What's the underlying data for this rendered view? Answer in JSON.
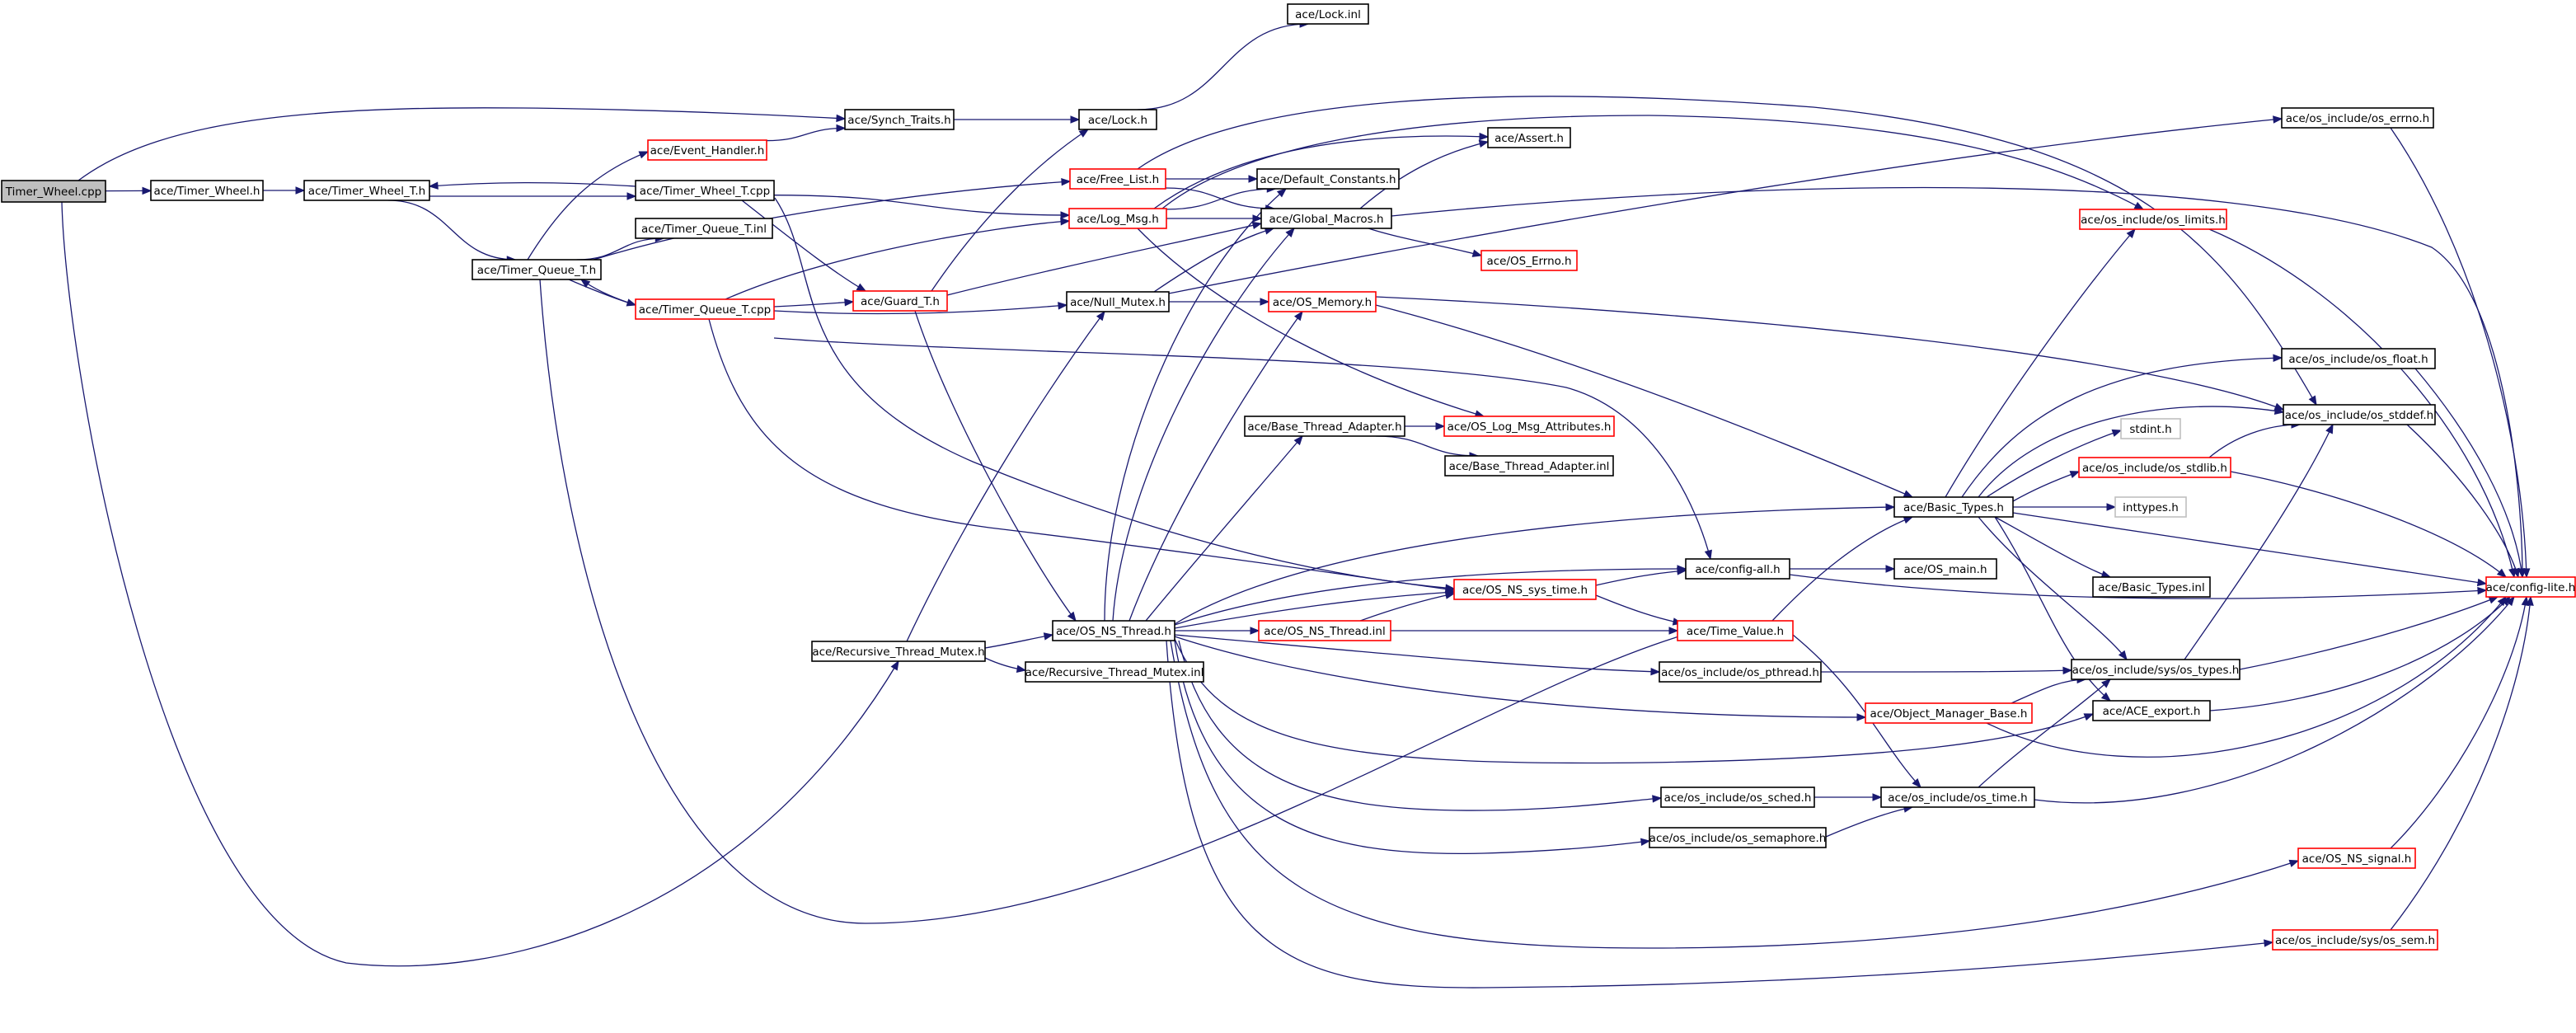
{
  "diagram": {
    "colors": {
      "edge": "#191970",
      "normal_border": "#000000",
      "truncated_border": "#ff0000",
      "root_fill": "#bfbfbf",
      "node_fill": "#ffffff",
      "ghost_border": "#bfbfbf"
    },
    "nodes": [
      {
        "id": "timer_wheel_cpp",
        "label": "Timer_Wheel.cpp",
        "style": "root"
      },
      {
        "id": "timer_wheel_h",
        "label": "ace/Timer_Wheel.h",
        "style": "normal"
      },
      {
        "id": "timer_wheel_t_h",
        "label": "ace/Timer_Wheel_T.h",
        "style": "normal"
      },
      {
        "id": "timer_wheel_t_cpp",
        "label": "ace/Timer_Wheel_T.cpp",
        "style": "normal"
      },
      {
        "id": "timer_queue_t_h",
        "label": "ace/Timer_Queue_T.h",
        "style": "normal"
      },
      {
        "id": "timer_queue_t_inl",
        "label": "ace/Timer_Queue_T.inl",
        "style": "normal"
      },
      {
        "id": "timer_queue_t_cpp",
        "label": "ace/Timer_Queue_T.cpp",
        "style": "truncated"
      },
      {
        "id": "event_handler_h",
        "label": "ace/Event_Handler.h",
        "style": "truncated"
      },
      {
        "id": "synch_traits_h",
        "label": "ace/Synch_Traits.h",
        "style": "normal"
      },
      {
        "id": "lock_h",
        "label": "ace/Lock.h",
        "style": "normal"
      },
      {
        "id": "lock_inl",
        "label": "ace/Lock.inl",
        "style": "normal"
      },
      {
        "id": "free_list_h",
        "label": "ace/Free_List.h",
        "style": "truncated"
      },
      {
        "id": "log_msg_h",
        "label": "ace/Log_Msg.h",
        "style": "truncated"
      },
      {
        "id": "guard_t_h",
        "label": "ace/Guard_T.h",
        "style": "truncated"
      },
      {
        "id": "default_constants_h",
        "label": "ace/Default_Constants.h",
        "style": "normal"
      },
      {
        "id": "global_macros_h",
        "label": "ace/Global_Macros.h",
        "style": "normal"
      },
      {
        "id": "assert_h",
        "label": "ace/Assert.h",
        "style": "normal"
      },
      {
        "id": "os_errno_h",
        "label": "ace/OS_Errno.h",
        "style": "truncated"
      },
      {
        "id": "null_mutex_h",
        "label": "ace/Null_Mutex.h",
        "style": "normal"
      },
      {
        "id": "os_memory_h",
        "label": "ace/OS_Memory.h",
        "style": "truncated"
      },
      {
        "id": "base_thread_adapter_h",
        "label": "ace/Base_Thread_Adapter.h",
        "style": "normal"
      },
      {
        "id": "os_log_msg_attributes_h",
        "label": "ace/OS_Log_Msg_Attributes.h",
        "style": "truncated"
      },
      {
        "id": "base_thread_adapter_inl",
        "label": "ace/Base_Thread_Adapter.inl",
        "style": "normal"
      },
      {
        "id": "os_include_os_errno_h",
        "label": "ace/os_include/os_errno.h",
        "style": "normal"
      },
      {
        "id": "os_include_os_limits_h",
        "label": "ace/os_include/os_limits.h",
        "style": "truncated"
      },
      {
        "id": "os_include_os_float_h",
        "label": "ace/os_include/os_float.h",
        "style": "normal"
      },
      {
        "id": "os_include_os_stddef_h",
        "label": "ace/os_include/os_stddef.h",
        "style": "normal"
      },
      {
        "id": "stdint_h",
        "label": "stdint.h",
        "style": "ghost"
      },
      {
        "id": "os_include_os_stdlib_h",
        "label": "ace/os_include/os_stdlib.h",
        "style": "truncated"
      },
      {
        "id": "inttypes_h",
        "label": "inttypes.h",
        "style": "ghost"
      },
      {
        "id": "basic_types_h",
        "label": "ace/Basic_Types.h",
        "style": "normal"
      },
      {
        "id": "config_all_h",
        "label": "ace/config-all.h",
        "style": "normal"
      },
      {
        "id": "os_main_h",
        "label": "ace/OS_main.h",
        "style": "normal"
      },
      {
        "id": "basic_types_inl",
        "label": "ace/Basic_Types.inl",
        "style": "normal"
      },
      {
        "id": "config_lite_h",
        "label": "ace/config-lite.h",
        "style": "truncated"
      },
      {
        "id": "os_ns_sys_time_h",
        "label": "ace/OS_NS_sys_time.h",
        "style": "truncated"
      },
      {
        "id": "recursive_thread_mutex_h",
        "label": "ace/Recursive_Thread_Mutex.h",
        "style": "normal"
      },
      {
        "id": "os_ns_thread_h",
        "label": "ace/OS_NS_Thread.h",
        "style": "normal"
      },
      {
        "id": "os_ns_thread_inl",
        "label": "ace/OS_NS_Thread.inl",
        "style": "truncated"
      },
      {
        "id": "time_value_h",
        "label": "ace/Time_Value.h",
        "style": "truncated"
      },
      {
        "id": "recursive_thread_mutex_inl",
        "label": "ace/Recursive_Thread_Mutex.inl",
        "style": "normal"
      },
      {
        "id": "os_include_os_pthread_h",
        "label": "ace/os_include/os_pthread.h",
        "style": "normal"
      },
      {
        "id": "os_include_sys_os_types_h",
        "label": "ace/os_include/sys/os_types.h",
        "style": "normal"
      },
      {
        "id": "object_manager_base_h",
        "label": "ace/Object_Manager_Base.h",
        "style": "truncated"
      },
      {
        "id": "ace_export_h",
        "label": "ace/ACE_export.h",
        "style": "normal"
      },
      {
        "id": "os_include_os_sched_h",
        "label": "ace/os_include/os_sched.h",
        "style": "normal"
      },
      {
        "id": "os_include_os_time_h",
        "label": "ace/os_include/os_time.h",
        "style": "normal"
      },
      {
        "id": "os_include_os_semaphore_h",
        "label": "ace/os_include/os_semaphore.h",
        "style": "normal"
      },
      {
        "id": "os_ns_signal_h",
        "label": "ace/OS_NS_signal.h",
        "style": "truncated"
      },
      {
        "id": "os_include_sys_os_sem_h",
        "label": "ace/os_include/sys/os_sem.h",
        "style": "truncated"
      }
    ],
    "edges": [
      [
        "timer_wheel_cpp",
        "timer_wheel_h"
      ],
      [
        "timer_wheel_cpp",
        "synch_traits_h"
      ],
      [
        "timer_wheel_cpp",
        "recursive_thread_mutex_h"
      ],
      [
        "timer_wheel_h",
        "timer_wheel_t_h"
      ],
      [
        "timer_wheel_t_h",
        "timer_wheel_t_cpp"
      ],
      [
        "timer_wheel_t_cpp",
        "timer_wheel_t_h"
      ],
      [
        "timer_wheel_t_h",
        "timer_queue_t_h"
      ],
      [
        "timer_wheel_t_cpp",
        "log_msg_h"
      ],
      [
        "timer_wheel_t_cpp",
        "guard_t_h"
      ],
      [
        "timer_wheel_t_cpp",
        "os_ns_sys_time_h"
      ],
      [
        "timer_queue_t_h",
        "timer_queue_t_inl"
      ],
      [
        "timer_queue_t_h",
        "timer_queue_t_cpp"
      ],
      [
        "timer_queue_t_cpp",
        "timer_queue_t_h"
      ],
      [
        "timer_queue_t_h",
        "event_handler_h"
      ],
      [
        "timer_queue_t_h",
        "free_list_h"
      ],
      [
        "timer_queue_t_h",
        "time_value_h"
      ],
      [
        "timer_queue_t_cpp",
        "log_msg_h"
      ],
      [
        "timer_queue_t_cpp",
        "guard_t_h"
      ],
      [
        "timer_queue_t_cpp",
        "null_mutex_h"
      ],
      [
        "timer_queue_t_cpp",
        "config_all_h"
      ],
      [
        "timer_queue_t_cpp",
        "os_ns_sys_time_h"
      ],
      [
        "event_handler_h",
        "synch_traits_h"
      ],
      [
        "synch_traits_h",
        "lock_h"
      ],
      [
        "lock_h",
        "lock_inl"
      ],
      [
        "guard_t_h",
        "lock_h"
      ],
      [
        "guard_t_h",
        "global_macros_h"
      ],
      [
        "guard_t_h",
        "os_ns_thread_h"
      ],
      [
        "free_list_h",
        "default_constants_h"
      ],
      [
        "free_list_h",
        "global_macros_h"
      ],
      [
        "free_list_h",
        "os_include_os_stddef_h"
      ],
      [
        "log_msg_h",
        "default_constants_h"
      ],
      [
        "log_msg_h",
        "global_macros_h"
      ],
      [
        "log_msg_h",
        "assert_h"
      ],
      [
        "log_msg_h",
        "os_include_os_limits_h"
      ],
      [
        "log_msg_h",
        "os_log_msg_attributes_h"
      ],
      [
        "global_macros_h",
        "assert_h"
      ],
      [
        "global_macros_h",
        "os_errno_h"
      ],
      [
        "global_macros_h",
        "config_lite_h"
      ],
      [
        "null_mutex_h",
        "global_macros_h"
      ],
      [
        "null_mutex_h",
        "os_memory_h"
      ],
      [
        "null_mutex_h",
        "os_include_os_errno_h"
      ],
      [
        "os_memory_h",
        "basic_types_h"
      ],
      [
        "os_memory_h",
        "os_include_os_stddef_h"
      ],
      [
        "base_thread_adapter_h",
        "os_log_msg_attributes_h"
      ],
      [
        "base_thread_adapter_h",
        "base_thread_adapter_inl"
      ],
      [
        "recursive_thread_mutex_h",
        "null_mutex_h"
      ],
      [
        "recursive_thread_mutex_h",
        "os_ns_thread_h"
      ],
      [
        "recursive_thread_mutex_h",
        "recursive_thread_mutex_inl"
      ],
      [
        "os_ns_thread_h",
        "global_macros_h"
      ],
      [
        "os_ns_thread_h",
        "default_constants_h"
      ],
      [
        "os_ns_thread_h",
        "os_memory_h"
      ],
      [
        "os_ns_thread_h",
        "base_thread_adapter_h"
      ],
      [
        "os_ns_thread_h",
        "basic_types_h"
      ],
      [
        "os_ns_thread_h",
        "config_all_h"
      ],
      [
        "os_ns_thread_h",
        "os_ns_sys_time_h"
      ],
      [
        "os_ns_thread_h",
        "os_ns_thread_inl"
      ],
      [
        "os_ns_thread_h",
        "os_include_os_pthread_h"
      ],
      [
        "os_ns_thread_h",
        "object_manager_base_h"
      ],
      [
        "os_ns_thread_h",
        "ace_export_h"
      ],
      [
        "os_ns_thread_h",
        "os_include_os_sched_h"
      ],
      [
        "os_ns_thread_h",
        "os_include_os_semaphore_h"
      ],
      [
        "os_ns_thread_h",
        "os_ns_signal_h"
      ],
      [
        "os_ns_thread_h",
        "os_include_sys_os_sem_h"
      ],
      [
        "os_ns_thread_inl",
        "os_ns_sys_time_h"
      ],
      [
        "os_ns_thread_inl",
        "time_value_h"
      ],
      [
        "os_ns_sys_time_h",
        "config_all_h"
      ],
      [
        "os_ns_sys_time_h",
        "time_value_h"
      ],
      [
        "time_value_h",
        "basic_types_h"
      ],
      [
        "time_value_h",
        "os_include_os_time_h"
      ],
      [
        "config_all_h",
        "os_main_h"
      ],
      [
        "config_all_h",
        "config_lite_h"
      ],
      [
        "basic_types_h",
        "os_include_os_limits_h"
      ],
      [
        "basic_types_h",
        "os_include_os_float_h"
      ],
      [
        "basic_types_h",
        "os_include_os_stddef_h"
      ],
      [
        "basic_types_h",
        "stdint_h"
      ],
      [
        "basic_types_h",
        "os_include_os_stdlib_h"
      ],
      [
        "basic_types_h",
        "inttypes_h"
      ],
      [
        "basic_types_h",
        "basic_types_inl"
      ],
      [
        "basic_types_h",
        "config_lite_h"
      ],
      [
        "basic_types_h",
        "os_include_sys_os_types_h"
      ],
      [
        "basic_types_h",
        "ace_export_h"
      ],
      [
        "os_include_os_stdlib_h",
        "os_include_os_stddef_h"
      ],
      [
        "os_include_os_stdlib_h",
        "config_lite_h"
      ],
      [
        "os_include_os_float_h",
        "config_lite_h"
      ],
      [
        "os_include_os_stddef_h",
        "config_lite_h"
      ],
      [
        "os_include_os_limits_h",
        "config_lite_h"
      ],
      [
        "os_include_os_errno_h",
        "config_lite_h"
      ],
      [
        "os_include_os_pthread_h",
        "os_include_sys_os_types_h"
      ],
      [
        "os_include_sys_os_types_h",
        "os_include_os_stddef_h"
      ],
      [
        "os_include_sys_os_types_h",
        "config_lite_h"
      ],
      [
        "object_manager_base_h",
        "os_include_sys_os_types_h"
      ],
      [
        "object_manager_base_h",
        "config_lite_h"
      ],
      [
        "ace_export_h",
        "config_lite_h"
      ],
      [
        "os_include_os_sched_h",
        "os_include_os_time_h"
      ],
      [
        "os_include_os_semaphore_h",
        "os_include_os_time_h"
      ],
      [
        "os_include_os_time_h",
        "os_include_sys_os_types_h"
      ],
      [
        "os_include_os_time_h",
        "config_lite_h"
      ],
      [
        "os_ns_signal_h",
        "config_lite_h"
      ],
      [
        "os_include_sys_os_sem_h",
        "config_lite_h"
      ]
    ]
  }
}
